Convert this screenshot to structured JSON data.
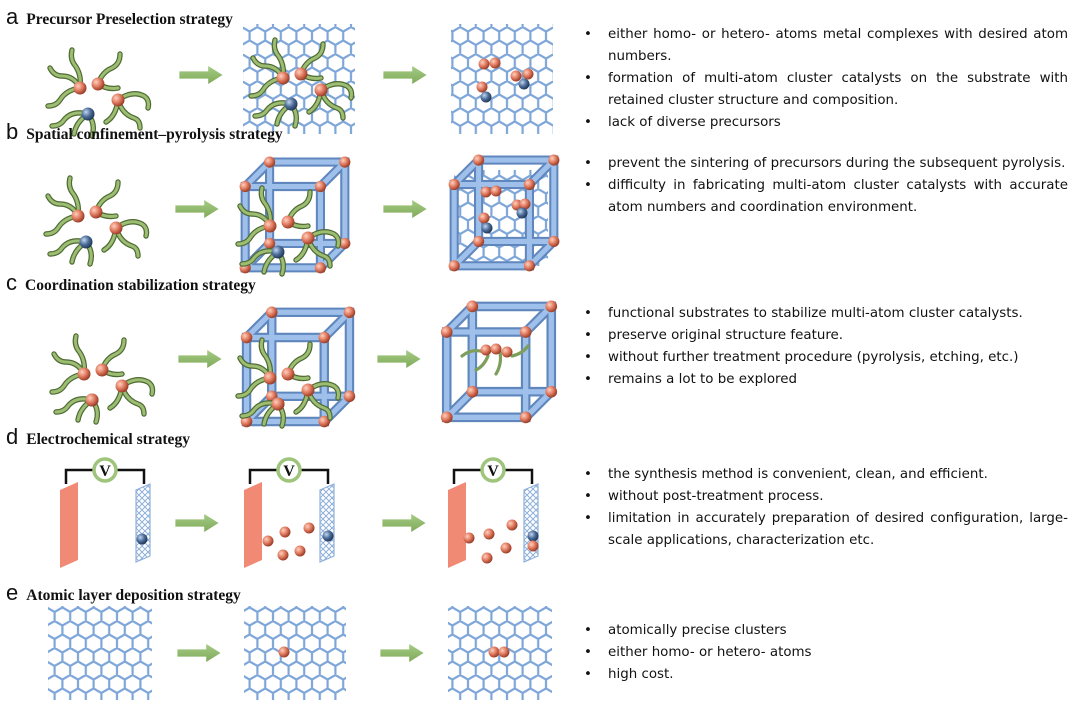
{
  "sections": [
    {
      "letter": "a",
      "title": "Precursor Preselection strategy",
      "bullets": [
        "either homo- or hetero- atoms metal complexes with desired atom numbers.",
        "formation of multi-atom cluster catalysts on the substrate with retained cluster structure and composition.",
        "lack of diverse precursors"
      ]
    },
    {
      "letter": "b",
      "title": "Spatial confinement–pyrolysis strategy",
      "bullets": [
        "prevent the sintering of precursors during the subsequent pyrolysis.",
        "difficulty in fabricating multi-atom cluster catalysts with accurate atom numbers and coordination environment."
      ]
    },
    {
      "letter": "c",
      "title": "Coordination stabilization strategy",
      "bullets": [
        "functional substrates to stabilize multi-atom cluster catalysts.",
        "preserve original structure feature.",
        "without further treatment procedure (pyrolysis, etching, etc.)",
        "remains a lot to be explored"
      ]
    },
    {
      "letter": "d",
      "title": "Electrochemical strategy",
      "bullets": [
        "the synthesis method is convenient, clean, and efficient.",
        "without post-treatment process.",
        "limitation in accurately preparation of desired configuration, large-scale applications, characterization etc."
      ]
    },
    {
      "letter": "e",
      "title": "Atomic layer deposition strategy",
      "bullets": [
        "atomically precise clusters",
        "either homo- or hetero- atoms",
        "high cost."
      ]
    }
  ],
  "voltmeter_symbol": "V",
  "colors": {
    "arrow": "#8fbb6a",
    "graphene": "#7ea6d8",
    "frame": "#8fb3df",
    "metal_atom": "#e07a5f",
    "hetero_atom": "#4e6f9c",
    "ligand": "#7e9e5c",
    "electrode": "#f08a75"
  }
}
